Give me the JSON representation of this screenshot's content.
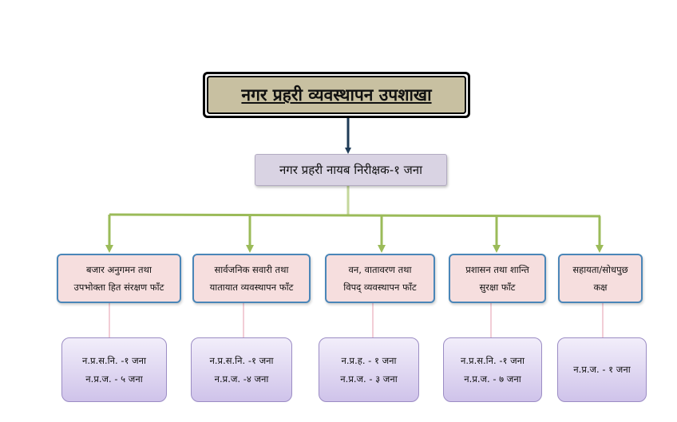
{
  "title": "नगर प्रहरी व्यवस्थापन उपशाखा",
  "chief": "नगर प्रहरी नायब निरीक्षक-१ जना",
  "colors": {
    "title_fill": "#c8c0a1",
    "chief_fill": "#d9d3e3",
    "unit_fill": "#f6dede",
    "unit_border": "#4a86b8",
    "staff_fill": "#d8cdee",
    "connector_green": "#9bbb59",
    "connector_dark": "#1f3b57"
  },
  "units": [
    {
      "line1": "बजार अनुगमन तथा",
      "line2": "उपभोक्ता हित संरक्षण फाँट",
      "staff": [
        "न.प्र.स.नि. -१ जना",
        "न.प्र.ज. - ५ जना"
      ]
    },
    {
      "line1": "सार्वजनिक सवारी तथा",
      "line2": "यातायात व्यवस्थापन फाँट",
      "staff": [
        "न.प्र.स.नि. -१ जना",
        "न.प्र.ज. -४ जना"
      ]
    },
    {
      "line1": "वन, वातावरण तथा",
      "line2": "विपद् व्यवस्थापन फाँट",
      "staff": [
        "न.प्र.ह. - १ जना",
        "न.प्र.ज. - ३ जना"
      ]
    },
    {
      "line1": "प्रशासन तथा शान्ति",
      "line2": "सुरक्षा फाँट",
      "staff": [
        "न.प्र.स.नि. -१ जना",
        "न.प्र.ज. - ७ जना"
      ]
    },
    {
      "line1": "सहायता/सोधपुछ",
      "line2": "कक्ष",
      "staff": [
        "न.प्र.ज. - १ जना"
      ]
    }
  ]
}
